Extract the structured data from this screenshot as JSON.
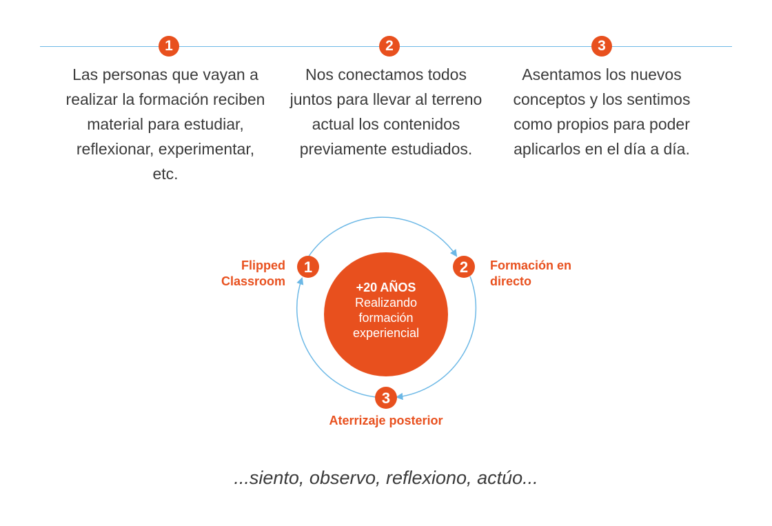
{
  "steps": [
    {
      "number": "1",
      "text": "Las personas que vayan a realizar la formación reciben material para estudiar, reflexionar, experimentar, etc."
    },
    {
      "number": "2",
      "text": "Nos conectamos todos juntos para llevar al terreno actual los contenidos previamente estudiados."
    },
    {
      "number": "3",
      "text": "Asentamos los nuevos conceptos y los sentimos como propios para poder aplicarlos en el día a día."
    }
  ],
  "cycle": {
    "center_title": "+20 AÑOS",
    "center_subtitle": "Realizando formación experiencial",
    "phases": [
      {
        "number": "1",
        "label": "Flipped Classroom"
      },
      {
        "number": "2",
        "label": "Formación en directo"
      },
      {
        "number": "3",
        "label": "Aterrizaje posterior"
      }
    ]
  },
  "motto": "...siento, observo, reflexiono, actúo...",
  "colors": {
    "accent": "#e8501e",
    "line": "#6cb8e6",
    "text": "#3a3a3a"
  }
}
